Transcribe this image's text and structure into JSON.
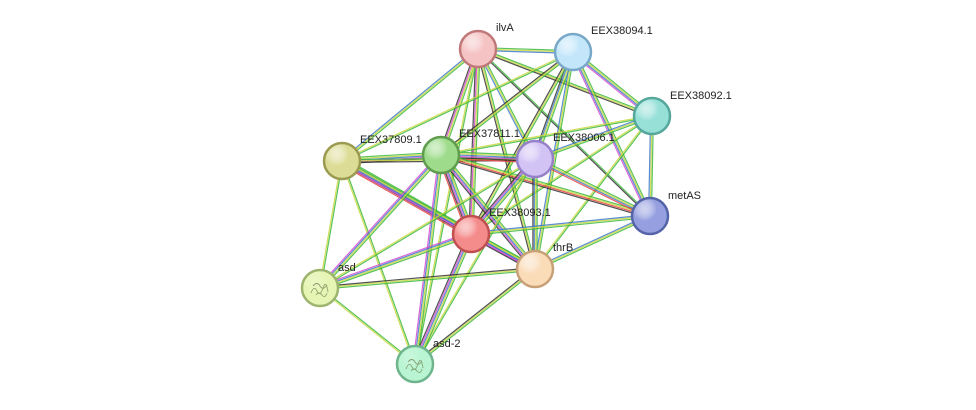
{
  "nodes": [
    {
      "id": "ilvA",
      "label": "ilvA",
      "color": "#f5c3c3",
      "stroke": "#c07878"
    },
    {
      "id": "EEX38094.1",
      "label": "EEX38094.1",
      "color": "#c3e6fa",
      "stroke": "#78a8c8"
    },
    {
      "id": "EEX38092.1",
      "label": "EEX38092.1",
      "color": "#96e0d8",
      "stroke": "#55a79c"
    },
    {
      "id": "EEX37809.1",
      "label": "EEX37809.1",
      "color": "#dcdc96",
      "stroke": "#9a9a50"
    },
    {
      "id": "EEX37811.1",
      "label": "EEX37811.1",
      "color": "#9edc8c",
      "stroke": "#5f9c4e"
    },
    {
      "id": "EEX38006.1",
      "label": "EEX38006.1",
      "color": "#d2c3f5",
      "stroke": "#9680c8"
    },
    {
      "id": "metAS",
      "label": "metAS",
      "color": "#96a0e0",
      "stroke": "#5564a8"
    },
    {
      "id": "EEX38093.1",
      "label": "EEX38093.1",
      "color": "#f58c8c",
      "stroke": "#c05050"
    },
    {
      "id": "thrB",
      "label": "thrB",
      "color": "#fadcb9",
      "stroke": "#c8a078"
    },
    {
      "id": "asd",
      "label": "asd",
      "color": "#e6f5b4",
      "stroke": "#9cb46e",
      "has_structure": true
    },
    {
      "id": "asd-2",
      "label": "asd-2",
      "color": "#b9f5d2",
      "stroke": "#6eb48c",
      "has_structure": true
    }
  ],
  "edges": [
    {
      "source": "ilvA",
      "target": "EEX38094.1",
      "colors": [
        "#3db83d",
        "#c8d83c",
        "#3c78c8"
      ]
    },
    {
      "source": "ilvA",
      "target": "EEX38092.1",
      "colors": [
        "#3db83d",
        "#c8d83c",
        "#333333"
      ]
    },
    {
      "source": "ilvA",
      "target": "EEX37809.1",
      "colors": [
        "#3db83d",
        "#c8d83c",
        "#3c78c8"
      ]
    },
    {
      "source": "ilvA",
      "target": "EEX37811.1",
      "colors": [
        "#3db83d",
        "#c8d83c",
        "#d24bd2",
        "#333333"
      ]
    },
    {
      "source": "ilvA",
      "target": "EEX38006.1",
      "colors": [
        "#3db83d",
        "#c8d83c",
        "#3c78c8"
      ]
    },
    {
      "source": "ilvA",
      "target": "metAS",
      "colors": [
        "#3db83d",
        "#333333"
      ]
    },
    {
      "source": "ilvA",
      "target": "EEX38093.1",
      "colors": [
        "#3db83d",
        "#c8d83c",
        "#d24bd2",
        "#333333"
      ]
    },
    {
      "source": "ilvA",
      "target": "thrB",
      "colors": [
        "#3db83d",
        "#c8d83c",
        "#333333"
      ]
    },
    {
      "source": "ilvA",
      "target": "asd-2",
      "colors": [
        "#3db83d",
        "#c8d83c"
      ]
    },
    {
      "source": "EEX38094.1",
      "target": "EEX38092.1",
      "colors": [
        "#3db83d",
        "#c8d83c",
        "#3c78c8",
        "#d24bd2"
      ]
    },
    {
      "source": "EEX38094.1",
      "target": "EEX37809.1",
      "colors": [
        "#3db83d",
        "#c8d83c"
      ]
    },
    {
      "source": "EEX38094.1",
      "target": "EEX37811.1",
      "colors": [
        "#3db83d",
        "#c8d83c",
        "#333333"
      ]
    },
    {
      "source": "EEX38094.1",
      "target": "EEX38006.1",
      "colors": [
        "#3db83d",
        "#c8d83c",
        "#3c78c8",
        "#333333"
      ]
    },
    {
      "source": "EEX38094.1",
      "target": "metAS",
      "colors": [
        "#3db83d",
        "#c8d83c",
        "#3c78c8",
        "#d24bd2"
      ]
    },
    {
      "source": "EEX38094.1",
      "target": "EEX38093.1",
      "colors": [
        "#3db83d",
        "#c8d83c",
        "#333333"
      ]
    },
    {
      "source": "EEX38094.1",
      "target": "thrB",
      "colors": [
        "#3db83d",
        "#c8d83c",
        "#3c78c8"
      ]
    },
    {
      "source": "EEX38092.1",
      "target": "EEX37811.1",
      "colors": [
        "#3db83d",
        "#c8d83c"
      ]
    },
    {
      "source": "EEX38092.1",
      "target": "EEX38006.1",
      "colors": [
        "#3db83d",
        "#c8d83c",
        "#3c78c8"
      ]
    },
    {
      "source": "EEX38092.1",
      "target": "metAS",
      "colors": [
        "#3db83d",
        "#c8d83c",
        "#3c78c8"
      ]
    },
    {
      "source": "EEX38092.1",
      "target": "EEX38093.1",
      "colors": [
        "#3db83d",
        "#c8d83c"
      ]
    },
    {
      "source": "EEX38092.1",
      "target": "thrB",
      "colors": [
        "#3db83d",
        "#c8d83c"
      ]
    },
    {
      "source": "EEX37809.1",
      "target": "EEX37811.1",
      "colors": [
        "#3db83d",
        "#c8d83c",
        "#3c78c8",
        "#d24bd2",
        "#333333"
      ]
    },
    {
      "source": "EEX37809.1",
      "target": "EEX38006.1",
      "colors": [
        "#3db83d",
        "#c8d83c",
        "#333333"
      ]
    },
    {
      "source": "EEX37809.1",
      "target": "EEX38093.1",
      "colors": [
        "#3db83d",
        "#c8d83c",
        "#3c78c8",
        "#d24bd2",
        "#333333",
        "#e84040"
      ]
    },
    {
      "source": "EEX37809.1",
      "target": "thrB",
      "colors": [
        "#3db83d",
        "#c8d83c",
        "#3c78c8",
        "#d24bd2"
      ]
    },
    {
      "source": "EEX37809.1",
      "target": "asd",
      "colors": [
        "#3db83d",
        "#c8d83c"
      ]
    },
    {
      "source": "EEX37809.1",
      "target": "asd-2",
      "colors": [
        "#3db83d",
        "#c8d83c"
      ]
    },
    {
      "source": "EEX37811.1",
      "target": "EEX38006.1",
      "colors": [
        "#3db83d",
        "#c8d83c",
        "#3c78c8",
        "#d24bd2",
        "#333333",
        "#e84040"
      ]
    },
    {
      "source": "EEX37811.1",
      "target": "metAS",
      "colors": [
        "#3db83d",
        "#c8d83c",
        "#e84040",
        "#333333"
      ]
    },
    {
      "source": "EEX37811.1",
      "target": "EEX38093.1",
      "colors": [
        "#3db83d",
        "#c8d83c",
        "#3c78c8",
        "#d24bd2",
        "#333333",
        "#e84040"
      ]
    },
    {
      "source": "EEX37811.1",
      "target": "thrB",
      "colors": [
        "#3db83d",
        "#c8d83c",
        "#3c78c8",
        "#d24bd2",
        "#333333"
      ]
    },
    {
      "source": "EEX37811.1",
      "target": "asd",
      "colors": [
        "#3db83d",
        "#c8d83c",
        "#3c78c8",
        "#d24bd2"
      ]
    },
    {
      "source": "EEX37811.1",
      "target": "asd-2",
      "colors": [
        "#3db83d",
        "#c8d83c",
        "#3c78c8",
        "#d24bd2"
      ]
    },
    {
      "source": "EEX38006.1",
      "target": "metAS",
      "colors": [
        "#3db83d",
        "#c8d83c",
        "#3c78c8",
        "#e84040"
      ]
    },
    {
      "source": "EEX38006.1",
      "target": "EEX38093.1",
      "colors": [
        "#3db83d",
        "#c8d83c",
        "#3c78c8",
        "#d24bd2",
        "#333333"
      ]
    },
    {
      "source": "EEX38006.1",
      "target": "thrB",
      "colors": [
        "#3db83d",
        "#c8d83c",
        "#3c78c8",
        "#333333"
      ]
    },
    {
      "source": "EEX38006.1",
      "target": "asd",
      "colors": [
        "#3db83d",
        "#c8d83c"
      ]
    },
    {
      "source": "EEX38006.1",
      "target": "asd-2",
      "colors": [
        "#3db83d",
        "#c8d83c"
      ]
    },
    {
      "source": "metAS",
      "target": "EEX38093.1",
      "colors": [
        "#3db83d",
        "#c8d83c",
        "#3c78c8"
      ]
    },
    {
      "source": "metAS",
      "target": "thrB",
      "colors": [
        "#3db83d",
        "#c8d83c",
        "#3c78c8"
      ]
    },
    {
      "source": "EEX38093.1",
      "target": "thrB",
      "colors": [
        "#3db83d",
        "#c8d83c",
        "#3c78c8",
        "#d24bd2",
        "#333333"
      ]
    },
    {
      "source": "EEX38093.1",
      "target": "asd",
      "colors": [
        "#3db83d",
        "#c8d83c",
        "#3c78c8",
        "#d24bd2"
      ]
    },
    {
      "source": "EEX38093.1",
      "target": "asd-2",
      "colors": [
        "#3db83d",
        "#c8d83c",
        "#3c78c8",
        "#d24bd2",
        "#333333"
      ]
    },
    {
      "source": "thrB",
      "target": "asd",
      "colors": [
        "#3db83d",
        "#c8d83c",
        "#333333"
      ]
    },
    {
      "source": "thrB",
      "target": "asd-2",
      "colors": [
        "#3db83d",
        "#c8d83c",
        "#333333"
      ]
    },
    {
      "source": "asd",
      "target": "asd-2",
      "colors": [
        "#3db83d",
        "#c8d83c"
      ]
    }
  ]
}
